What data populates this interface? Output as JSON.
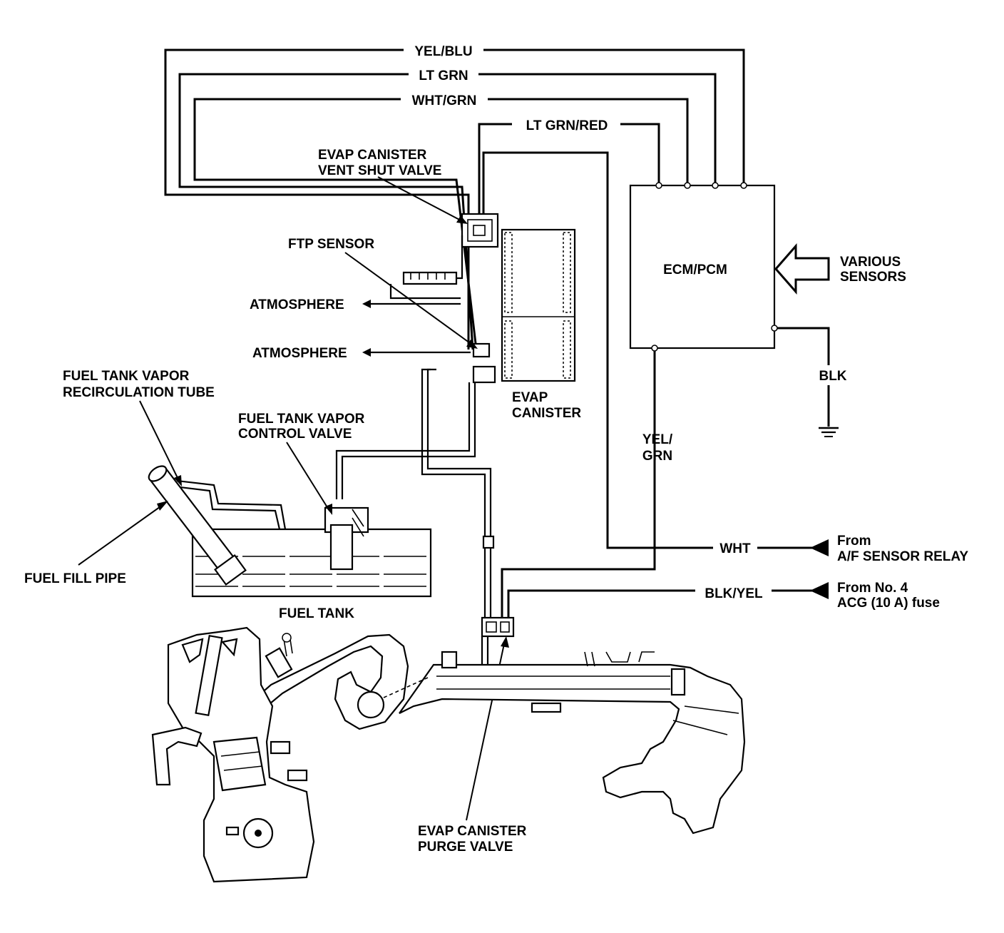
{
  "wires": {
    "yel_blu": "YEL/BLU",
    "lt_grn": "LT GRN",
    "wht_grn": "WHT/GRN",
    "lt_grn_red": "LT GRN/RED",
    "blk": "BLK",
    "yel_grn_1": "YEL/",
    "yel_grn_2": "GRN",
    "wht": "WHT",
    "blk_yel": "BLK/YEL"
  },
  "components": {
    "vent_shut_valve_1": "EVAP CANISTER",
    "vent_shut_valve_2": "VENT SHUT VALVE",
    "ftp_sensor": "FTP SENSOR",
    "atmosphere_1": "ATMOSPHERE",
    "atmosphere_2": "ATMOSPHERE",
    "ecm_pcm": "ECM/PCM",
    "various_sensors_1": "VARIOUS",
    "various_sensors_2": "SENSORS",
    "evap_canister_1": "EVAP",
    "evap_canister_2": "CANISTER",
    "recirc_tube_1": "FUEL TANK VAPOR",
    "recirc_tube_2": "RECIRCULATION TUBE",
    "control_valve_1": "FUEL TANK VAPOR",
    "control_valve_2": "CONTROL VALVE",
    "fuel_fill_pipe": "FUEL FILL PIPE",
    "fuel_tank": "FUEL TANK",
    "purge_valve_1": "EVAP CANISTER",
    "purge_valve_2": "PURGE VALVE"
  },
  "sources": {
    "af_relay_1": "From",
    "af_relay_2": "A/F SENSOR RELAY",
    "fuse_1": "From No. 4",
    "fuse_2": "ACG (10 A) fuse"
  }
}
